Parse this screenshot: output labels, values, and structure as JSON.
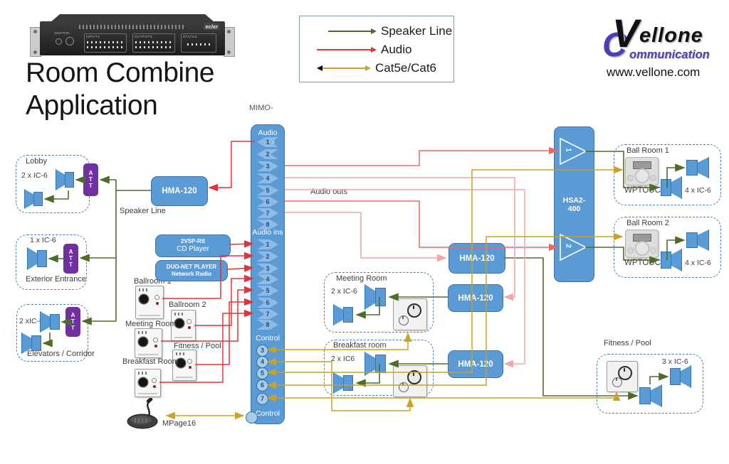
{
  "title": {
    "line1": "Room Combine",
    "line2": "Application"
  },
  "logo": {
    "letter_v": "V",
    "letter_c": "C",
    "word_rest": "ellone",
    "word_sub": "ommunication",
    "website": "www.vellone.com"
  },
  "legend": {
    "items": [
      {
        "label": "Speaker Line",
        "color": "#4e6b28"
      },
      {
        "label": "Audio",
        "color": "#e83030"
      },
      {
        "label": "Cat5e/Cat6",
        "color": "#c9a227"
      }
    ]
  },
  "rack": {
    "brand": "ecler",
    "monitor_label": "MONITOR",
    "sections": [
      "INPUTS",
      "OUTPUTS",
      "STATUS"
    ]
  },
  "mimo": {
    "name": "MIMO-",
    "outs_label": "Audio outs",
    "outs_label_right": "Audio outs",
    "ins_label": "Audio ins",
    "control_label": "Control",
    "control_bottom_label": "Control",
    "out_ports": [
      "1",
      "2",
      "3",
      "4",
      "5",
      "6",
      "7",
      "8"
    ],
    "in_ports": [
      "1",
      "2",
      "3",
      "4",
      "5",
      "6",
      "7",
      "8"
    ],
    "control_ports": [
      "3",
      "4",
      "5",
      "6",
      "7"
    ]
  },
  "devices": {
    "hma": "HMA-120",
    "hsa_line1": "HSA2-",
    "hsa_line2": "400",
    "hsa_amp1": "1",
    "hsa_amp2": "2",
    "cd_line1": "2VSP-RS",
    "cd_line2": "CD Player",
    "net_line1": "DUO-NET PLAYER",
    "net_line2": "Network Radio",
    "att_letters": [
      "A",
      "T",
      "T"
    ],
    "mic_label": "MPage16"
  },
  "rooms": {
    "lobby": {
      "name": "Lobby",
      "qty": "2 x IC-6"
    },
    "exterior": {
      "name": "Exterior Entrance",
      "qty": "1 x IC-6"
    },
    "elevators": {
      "name": "Elevators / Corridor",
      "qty": "2 xIC-6"
    },
    "meeting": {
      "name": "Meeting Room",
      "qty": "2 x IC-6"
    },
    "breakfast": {
      "name": "Breakfast room",
      "qty": "2 x IC6"
    },
    "ballroom1": {
      "name": "Ball Room 1",
      "qty": "4 x IC-6",
      "panel": "WPTOUCH"
    },
    "ballroom2": {
      "name": "Ball Room 2",
      "qty": "4 x IC-6",
      "panel": "WPTOUCH"
    },
    "fitness": {
      "name": "Fitness / Pool",
      "qty": "3 x IC-6"
    }
  },
  "wall_panels": {
    "ballroom1": "Ballroom 1",
    "ballroom2": "Ballroom 2",
    "meeting": "Meeting Room",
    "fitness": "Fitness / Pool",
    "breakfast": "Breakfast Room"
  },
  "labels": {
    "speaker_line": "Speaker Line"
  },
  "colors": {
    "block_blue": "#5b9bd5",
    "block_border": "#41719c",
    "att_purple": "#7030a0",
    "wire_speaker": "#4e6b28",
    "wire_audio": "#e83030",
    "wire_audio_light": "#f2a6a6",
    "wire_cat": "#c9a227",
    "logo_purple": "#4a3fb5"
  }
}
